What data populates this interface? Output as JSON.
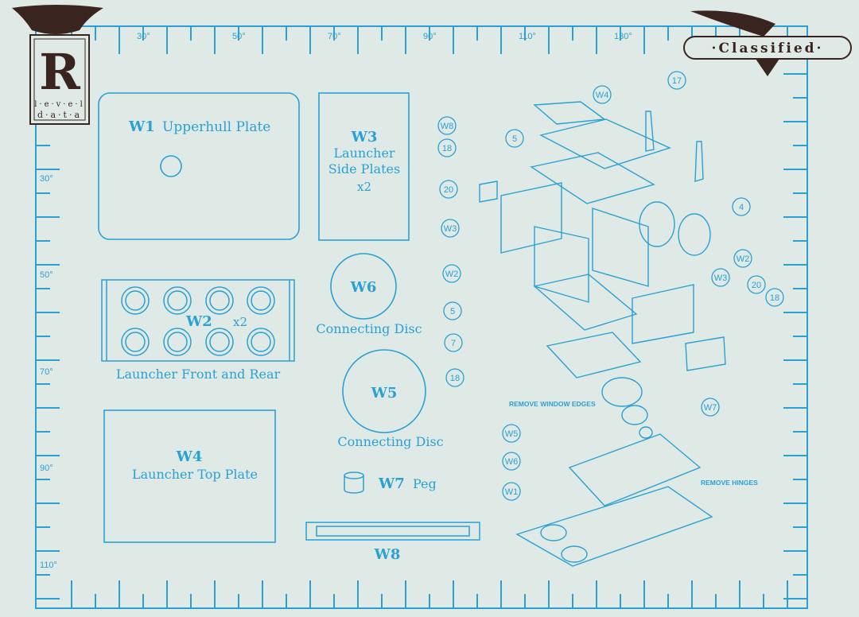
{
  "logo": {
    "text": "level data",
    "letter": "R"
  },
  "stamp": {
    "text": "·Classified·"
  },
  "ruler": {
    "top_labels": [
      "30°",
      "50°",
      "70°",
      "90°",
      "110°",
      "130°"
    ],
    "left_labels": [
      "30°",
      "50°",
      "70°",
      "90°",
      "110°"
    ]
  },
  "parts": {
    "w1": {
      "code": "W1",
      "name": "Upperhull Plate"
    },
    "w2": {
      "code": "W2",
      "qty": "x2",
      "name": "Launcher Front and Rear"
    },
    "w3": {
      "code": "W3",
      "name_line1": "Launcher",
      "name_line2": "Side Plates",
      "qty": "x2"
    },
    "w4": {
      "code": "W4",
      "name": "Launcher Top Plate"
    },
    "w5": {
      "code": "W5",
      "name": "Connecting Disc"
    },
    "w6": {
      "code": "W6",
      "name": "Connecting Disc"
    },
    "w7": {
      "code": "W7",
      "name": "Peg"
    },
    "w8": {
      "code": "W8"
    }
  },
  "callouts": [
    "W4",
    "17",
    "W8",
    "5",
    "18",
    "20",
    "W3",
    "4",
    "W2",
    "W2",
    "W3",
    "20",
    "18",
    "5",
    "7",
    "18",
    "W7",
    "W5",
    "W6",
    "W1"
  ],
  "notes": {
    "remove_window_edges": "REMOVE WINDOW EDGES",
    "remove_hinges": "REMOVE HINGES"
  },
  "colors": {
    "line": "#2aa0d4",
    "paper": "#dfeae6",
    "ink": "#3a2420"
  }
}
